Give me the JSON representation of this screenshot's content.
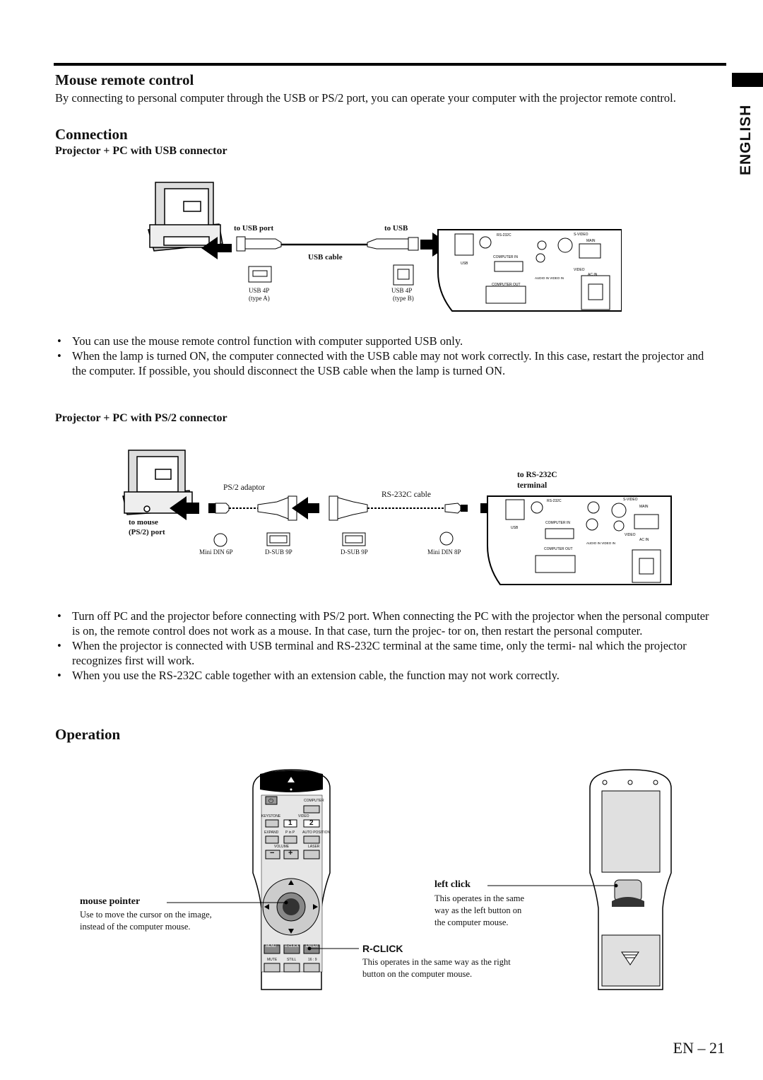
{
  "language_tab": "ENGLISH",
  "section_title": "Mouse remote control",
  "intro": "By connecting to personal computer through the USB or PS/2 port, you can operate your computer with the projector remote control.",
  "connection_title": "Connection",
  "usb_heading": "Projector + PC with USB connector",
  "usb_diagram": {
    "to_usb_port": "to USB port",
    "to_usb": "to USB",
    "usb_cable": "USB cable",
    "usb4p_a": "USB 4P",
    "type_a": "(type A)",
    "usb4p_b": "USB 4P",
    "type_b": "(type B)"
  },
  "usb_bullets": [
    "You can use the mouse remote control function with computer supported USB only.",
    "When the lamp is turned ON, the computer connected with the USB cable may not work correctly. In this case, restart the projector and the computer. If possible, you should disconnect the USB cable when the lamp is turned ON."
  ],
  "ps2_heading": "Projector + PC with PS/2 connector",
  "ps2_diagram": {
    "ps2_adaptor": "PS/2 adaptor",
    "rs232c_cable": "RS-232C cable",
    "to_rs232c": "to RS-232C",
    "terminal": "terminal",
    "to_mouse": "to mouse",
    "ps2_port": "(PS/2) port",
    "mini_din_6p": "Mini DIN 6P",
    "dsub_9p_a": "D-SUB 9P",
    "dsub_9p_b": "D-SUB 9P",
    "mini_din_8p": "Mini DIN 8P"
  },
  "panel_labels": {
    "rs232c": "RS-232C",
    "s_video": "S-VIDEO",
    "main": "MAIN",
    "computer_in": "COMPUTER IN",
    "usb": "USB",
    "video": "VIDEO",
    "ac_in": "AC IN",
    "audio_in": "AUDIO IN",
    "video_in": "VIDEO IN",
    "computer_out": "COMPUTER OUT"
  },
  "ps2_bullets": [
    "Turn off PC and the projector before connecting with PS/2 port. When connecting the PC with the projector when the personal computer is on, the remote control does not work as a mouse. In that case, turn the projec- tor on, then restart the personal computer.",
    "When the projector is connected with USB terminal and RS-232C terminal at the same time, only the termi- nal which the projector recognizes first will work.",
    "When you use the RS-232C cable together with an extension cable, the function may not work correctly."
  ],
  "operation_title": "Operation",
  "remote_buttons": {
    "computer": "COMPUTER",
    "keystone": "KEYSTONE",
    "video": "VIDEO",
    "one": "1",
    "two": "2",
    "expand": "EXPAND",
    "pinp": "P in P",
    "auto_position": "AUTO POSITION",
    "volume": "VOLUME",
    "laser": "LASER",
    "minus": "−",
    "plus": "+",
    "menu": "MENU",
    "r_click": "R-CLICK",
    "enter": "ENTER",
    "mute": "MUTE",
    "still": "STILL",
    "aspect": "16 : 9"
  },
  "mouse_pointer": {
    "title": "mouse pointer",
    "desc_1": "Use to move the cursor on the image,",
    "desc_2": "instead of the computer mouse."
  },
  "left_click": {
    "title": "left click",
    "desc_1": "This operates in the same",
    "desc_2": "way as the left button on",
    "desc_3": "the computer mouse."
  },
  "rclick": {
    "title": "R-CLICK",
    "desc_1": "This operates in the same way as the right",
    "desc_2": "button on the computer mouse."
  },
  "page_number": "EN – 21"
}
